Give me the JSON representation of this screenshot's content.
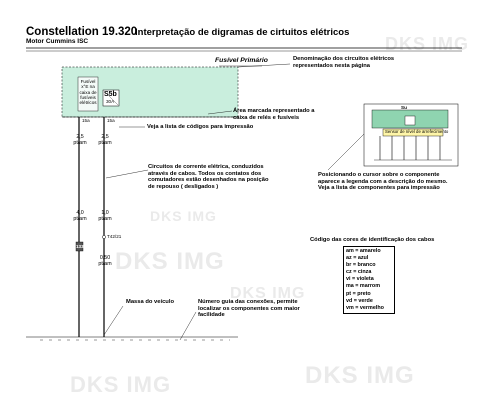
{
  "header": {
    "title": "Constellation 19.320",
    "subtitle": "Motor Cummins ISC",
    "heading": "Interpretação de digramas de cirtuitos elétricos"
  },
  "fuse_box": {
    "label": "Fusível Primário",
    "inner_text": "Fusível x°E na caixa de fusíveis elétricos",
    "fuse_id": "S5b",
    "fuse_rating": "30A",
    "term_left": "15a",
    "term_right": "15a"
  },
  "wires": {
    "left_top": {
      "gauge": "2,5",
      "color": "pt/am"
    },
    "right_top": {
      "gauge": "2,5",
      "color": "pt/am"
    },
    "left_mid": {
      "gauge": "4,0",
      "color": "pt/am"
    },
    "right_mid": {
      "gauge": "1,0",
      "color": "pt/am"
    },
    "right_low": {
      "gauge": "0,50",
      "color": "pt/am"
    },
    "connector_left": "133",
    "connector_right": "T42/21"
  },
  "annotations": {
    "denominacao": "Denominação dos circuitos elétricos representados nesta página",
    "area_marcada": "Área marcada representado a caixa de relés e fusíveis",
    "veja_lista": "Veja a lista de códigos para impressão",
    "circuitos": "Circuitos de corrente elétrica, conduzidos através de cabos. Todos os contatos dos comutadores estão desenhados na posição de repouso ( desligados )",
    "posicionando": "Posicionando o cursor sobre o componente aparece a legenda com a descrição do mesmo. Veja a lista de componentes para impressão",
    "massa": "Massa do veículo",
    "numero_guia": "Número guia das conexões, permite localizar os componentes com maior facilidade"
  },
  "component": {
    "id": "Su",
    "tooltip": "Sensor de nível de arrefecimento"
  },
  "color_codes": {
    "title": "Código das cores de identificação dos cabos",
    "items": [
      "am = amarelo",
      "az = azul",
      "br = branco",
      "cz = cinza",
      "vi = violeta",
      "ma = marrom",
      "pt = preto",
      "vd = verde",
      "vm = vermelho"
    ]
  },
  "watermark": "DKS IMG",
  "colors": {
    "fuse_area": "#c9eedd",
    "legend_green": "#8fd4b0",
    "tooltip_yellow": "#fff6a8",
    "connector_fill": "#555555"
  }
}
